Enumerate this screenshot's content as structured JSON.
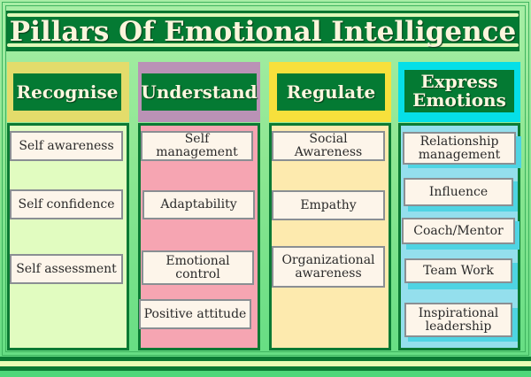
{
  "title": "Pillars Of Emotional Intelligence",
  "colors": {
    "background": "#8fe793",
    "title_bar": "#047a33",
    "header_label": "#047a33",
    "card_fill": "#fdf5ea"
  },
  "pillars": [
    {
      "name": "Recognise",
      "header_color": "#e3dc6b",
      "body_color": "#e1fcc0",
      "items": [
        "Self awareness",
        "Self confidence",
        "Self assessment"
      ]
    },
    {
      "name": "Understand",
      "header_color": "#ba92b6",
      "body_color": "#f6a5b2",
      "items": [
        "Self management",
        "Adaptability",
        "Emotional control",
        "Positive attitude"
      ]
    },
    {
      "name": "Regulate",
      "header_color": "#f7e03c",
      "body_color": "#fdeaae",
      "items": [
        "Social Awareness",
        "Empathy",
        "Organizational awareness"
      ]
    },
    {
      "name": "Express Emotions",
      "header_color": "#06dfe8",
      "body_color": "#94dfed",
      "items": [
        "Relationship management",
        "Influence",
        "Coach/Mentor",
        "Team Work",
        "Inspirational leadership"
      ]
    }
  ]
}
